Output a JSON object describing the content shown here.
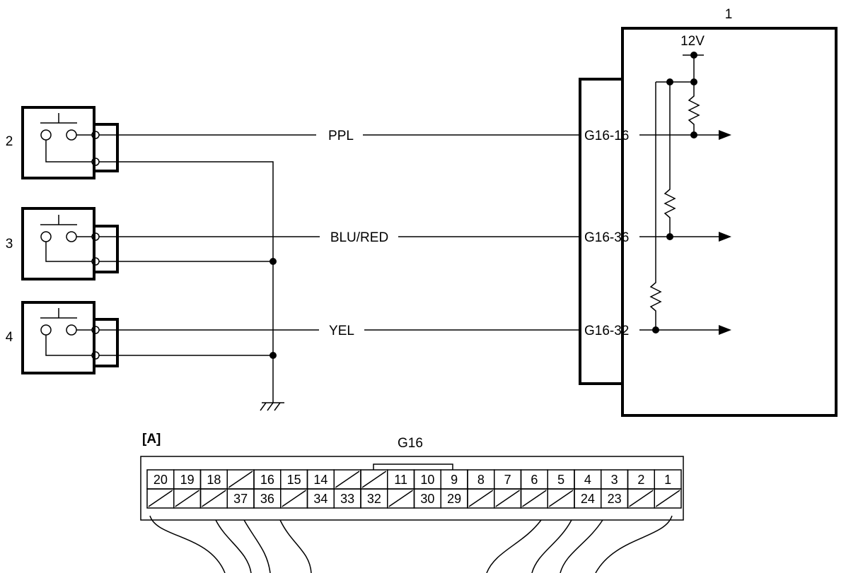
{
  "ecu": {
    "label": "1",
    "supply": "12V",
    "terminals": [
      "G16-16",
      "G16-36",
      "G16-32"
    ]
  },
  "switches": [
    {
      "label": "2",
      "wire": "PPL"
    },
    {
      "label": "3",
      "wire": "BLU/RED"
    },
    {
      "label": "4",
      "wire": "YEL"
    }
  ],
  "connector": {
    "view_label": "[A]",
    "name": "G16",
    "top_row": [
      "20",
      "19",
      "18",
      "",
      "16",
      "15",
      "14",
      "",
      "",
      "11",
      "10",
      "9",
      "8",
      "7",
      "6",
      "5",
      "4",
      "3",
      "2",
      "1"
    ],
    "bottom_row": [
      "",
      "",
      "",
      "37",
      "36",
      "",
      "34",
      "33",
      "32",
      "",
      "30",
      "29",
      "",
      "",
      "",
      "",
      "24",
      "23",
      "",
      ""
    ]
  }
}
